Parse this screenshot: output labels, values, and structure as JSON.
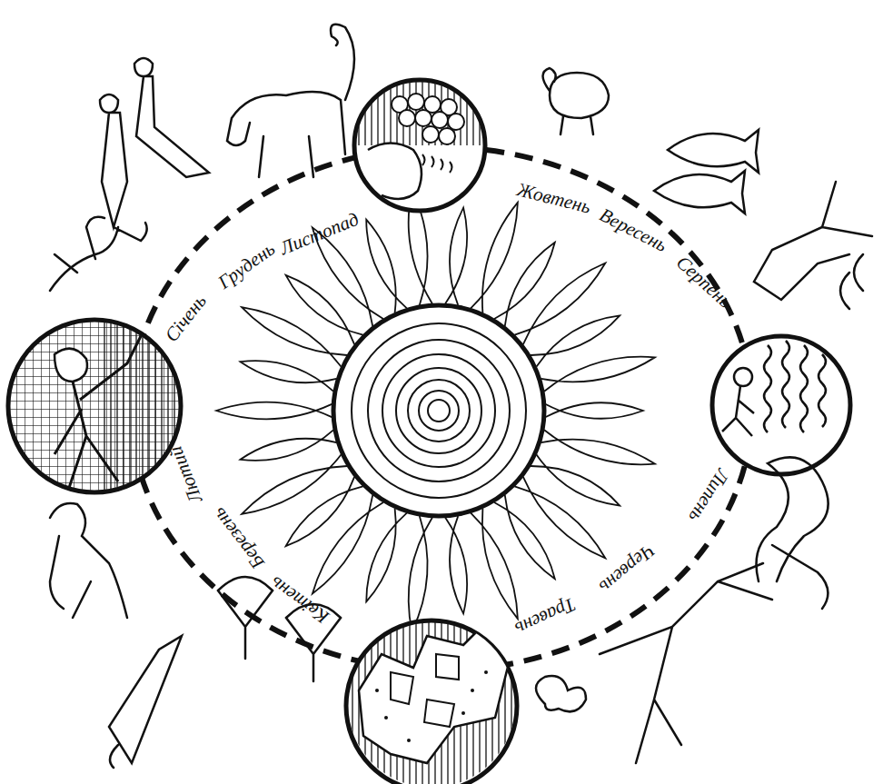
{
  "diagram": {
    "labels": [
      "Січень",
      "Грудень",
      "Листопад",
      "Жовтень",
      "Вересень",
      "Серпень",
      "Липень",
      "Червень",
      "Травень",
      "Квітень",
      "Березень",
      "Лютий"
    ]
  }
}
